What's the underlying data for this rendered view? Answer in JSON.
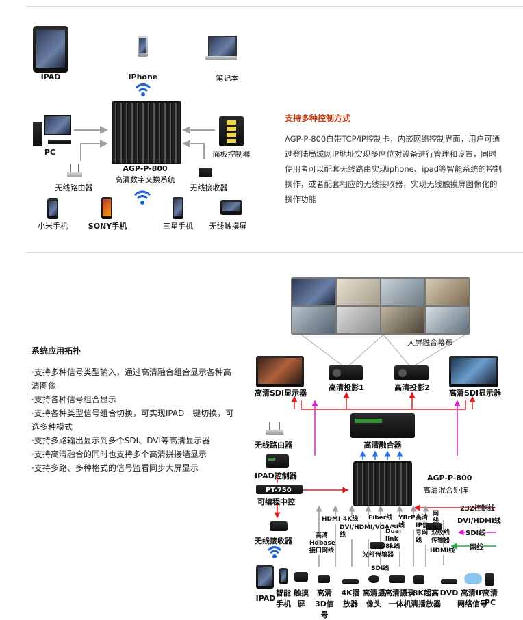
{
  "top": {
    "devices": {
      "ipad": "IPAD",
      "iphone": "iPhone",
      "laptop": "笔记本",
      "pc": "PC",
      "panel": "面板控制器",
      "router": "无线路由器",
      "receiver": "无线接收器",
      "matrix_name": "AGP-P-800",
      "matrix_desc": "高清数字交换系统",
      "xiaomi": "小米手机",
      "sony": "SONY手机",
      "samsung": "三星手机",
      "touch": "无线触摸屏"
    },
    "feature_title": "支持多种控制方式",
    "feature_text": "AGP-P-800自带TCP/IP控制卡，内嵌网络控制界面，用户可通过登陆局域网IP地址实现多席位对设备进行管理和设置，同时使用者可以配套无线路由实现iphone、ipad等智能系统的控制操作，或者配套相应的无线接收器，实现无线触摸屏图像化的操作功能"
  },
  "bottom": {
    "section_title": "系统应用拓扑",
    "bullets": [
      "·支持多种信号类型输入，通过高清融合组合显示各种高清图像",
      "·支持各种信号组合显示",
      "·支持各种类型信号组合切换，可实现IPAD一键切换，可选多种模式",
      "·支持多路输出显示到多个SDI、DVI等高清显示器",
      "·支持高清融合的同时也支持多个高清拼接墙显示",
      "·支持多路、多种格式的信号监看同步大屏显示"
    ],
    "diagram": {
      "screen_wall": "大屏融合幕布",
      "sdi_left": "高清SDI显示器",
      "sdi_right": "高清SDI显示器",
      "proj1": "高清投影1",
      "proj2": "高清投影2",
      "fusion": "高清融合器",
      "router": "无线路由器",
      "ipad_ctrl": "IPAD控制器",
      "pt750": "PT-750",
      "pt750_desc": "可编程中控",
      "receiver": "无线接收器",
      "matrix_name": "AGP-P-800",
      "matrix_desc": "高清混合矩阵",
      "line_232": "232控制线",
      "line_dvi": "DVI/HDMI线",
      "line_sdi": "SDI线",
      "line_net": "网线",
      "hdmi4k": "HDMI-4K线",
      "dvi_vga": "DVI/HDMI/VGA/SDI线",
      "hdbase": "高清Hdbase接口网线",
      "fiber": "Fiber线",
      "dual": "Dual link 8k线",
      "ybpr": "YBrPr/AV线",
      "hd_ip": "高清IP信号网线",
      "net2": "网线",
      "twisted": "双绞线传输器",
      "hdmi_line": "HDMI线",
      "fiber_tx": "光纤传输器",
      "sdi_line": "SDI线",
      "src_ipad": "IPAD",
      "src_phone": "智能手机",
      "src_touch": "触摸屏",
      "src_3d": "高清3D信号",
      "src_4k": "4K播放器",
      "src_cam": "高清摄像头",
      "src_cam2": "高清摄录一体机",
      "src_8k": "8K超高清播放器",
      "src_dvd": "DVD",
      "src_ip": "高清IP网络信号",
      "src_pc": "高清PC"
    }
  },
  "colors": {
    "accent_orange": "#c63b11",
    "red_arrow": "#e02020",
    "blue_arrow": "#2e6fe8",
    "magenta_arrow": "#e020d0",
    "green_arrow": "#20b040",
    "grey_arrow": "#a0a0a0"
  }
}
